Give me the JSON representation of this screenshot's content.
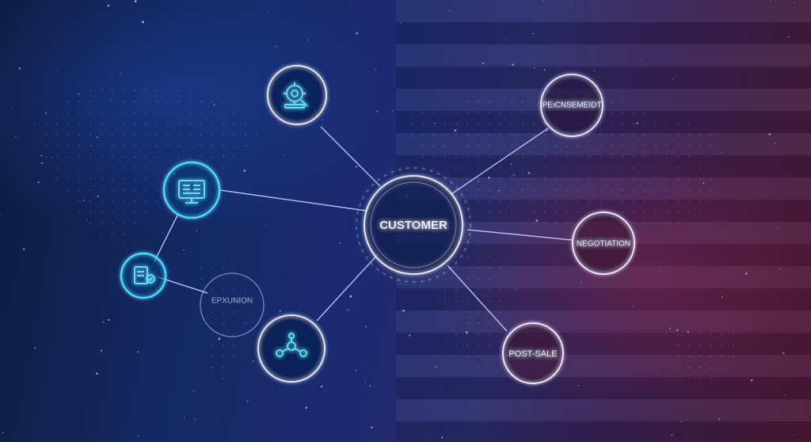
{
  "center": {
    "label": "CUSTOMER"
  },
  "nodes": {
    "top_left": {
      "icon": "gear-magnifier-icon"
    },
    "monitor": {
      "icon": "monitor-icon"
    },
    "document": {
      "icon": "document-check-icon"
    },
    "expansion": {
      "label": "EPXUNION"
    },
    "network": {
      "icon": "network-icon"
    },
    "retirement": {
      "label": "PEıCNSEMEIDT"
    },
    "negotiation": {
      "label": "NEGOTIATION"
    },
    "post_sale": {
      "label": "POST-SALE"
    }
  },
  "colors": {
    "accent": "#3fd0ff",
    "line": "#c9d6ff",
    "bg_left": "#0d1b3f",
    "bg_right": "#4a1834"
  }
}
